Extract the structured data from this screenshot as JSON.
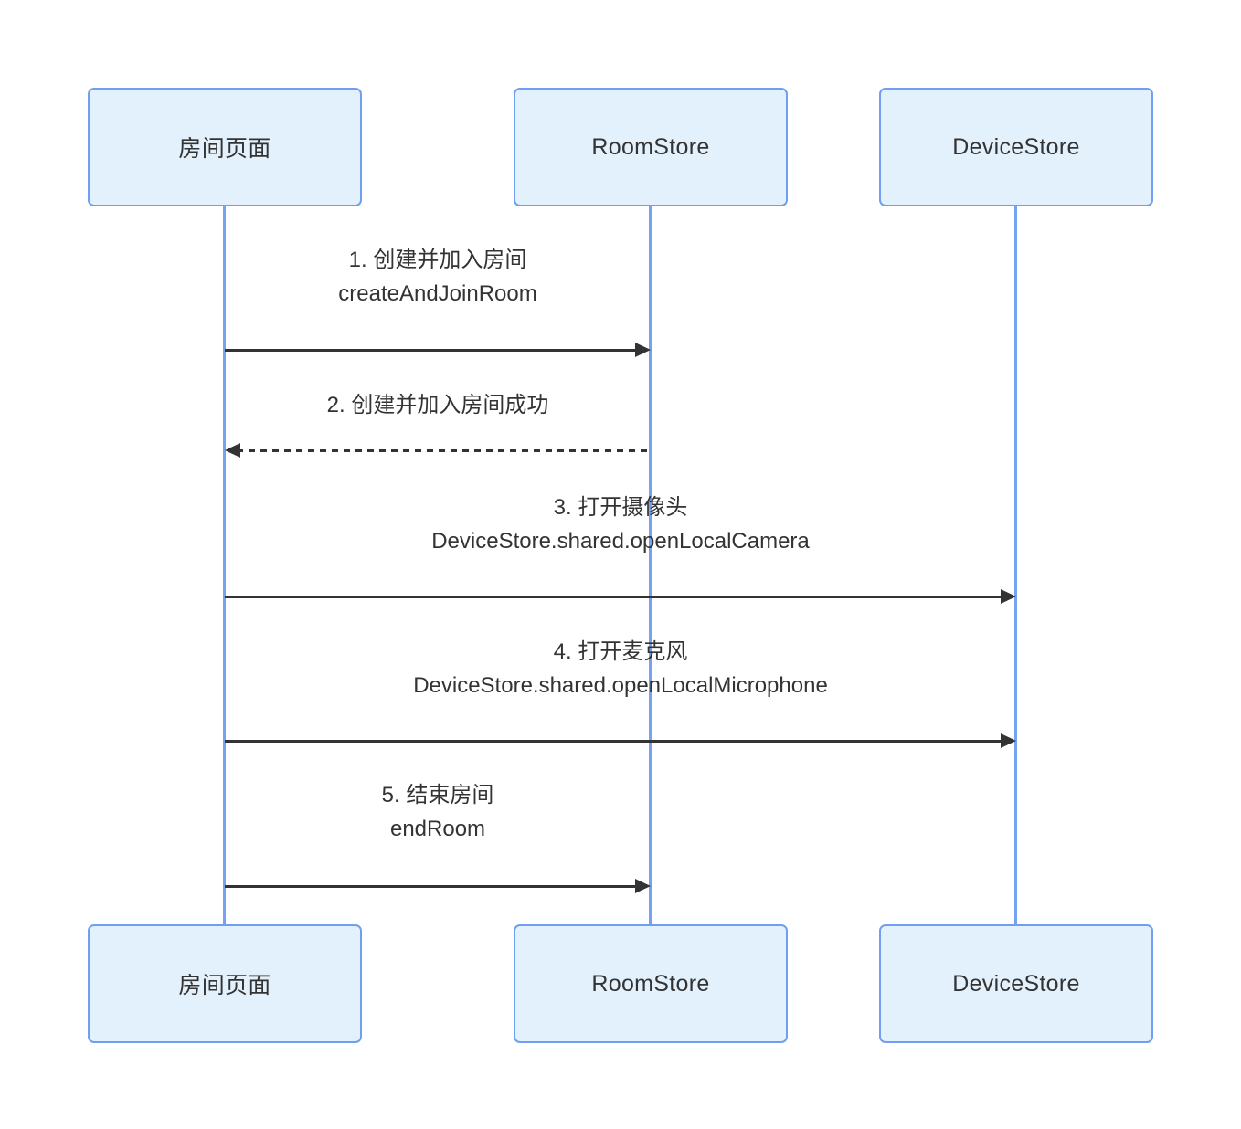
{
  "diagram": {
    "type": "sequence-diagram",
    "participants": [
      {
        "id": "room-page",
        "label": "房间页面"
      },
      {
        "id": "room-store",
        "label": "RoomStore"
      },
      {
        "id": "device-store",
        "label": "DeviceStore"
      }
    ],
    "messages": [
      {
        "seq": "1",
        "from": "房间页面",
        "to": "RoomStore",
        "style": "solid",
        "line1": "1. 创建并加入房间",
        "line2": "createAndJoinRoom"
      },
      {
        "seq": "2",
        "from": "RoomStore",
        "to": "房间页面",
        "style": "dashed",
        "line1": "2. 创建并加入房间成功",
        "line2": ""
      },
      {
        "seq": "3",
        "from": "房间页面",
        "to": "DeviceStore",
        "style": "solid",
        "line1": "3. 打开摄像头",
        "line2": "DeviceStore.shared.openLocalCamera"
      },
      {
        "seq": "4",
        "from": "房间页面",
        "to": "DeviceStore",
        "style": "solid",
        "line1": "4. 打开麦克风",
        "line2": "DeviceStore.shared.openLocalMicrophone"
      },
      {
        "seq": "5",
        "from": "房间页面",
        "to": "RoomStore",
        "style": "solid",
        "line1": "5. 结束房间",
        "line2": "endRoom"
      }
    ],
    "colors": {
      "background": "#ffffff",
      "actor_fill": "#e3f1fc",
      "actor_border": "#6f9ef2",
      "lifeline": "#74a3f3",
      "arrow": "#333333",
      "text": "#333333"
    }
  }
}
